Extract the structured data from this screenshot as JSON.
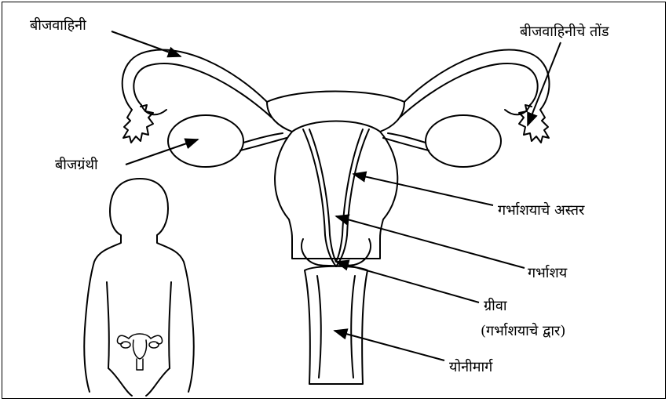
{
  "labels": {
    "fallopian_tube": "बीजवाहिनी",
    "fimbriae": "बीजवाहिनीचे तोंड",
    "ovary": "बीजग्रंथी",
    "endometrium": "गर्भाशयाचे अस्तर",
    "uterus": "गर्भाशय",
    "cervix": "ग्रीवा",
    "cervix_note": "(गर्भाशयाचे द्वार)",
    "vagina": "योनीमार्ग"
  },
  "colors": {
    "line": "#000000",
    "background": "#ffffff"
  }
}
